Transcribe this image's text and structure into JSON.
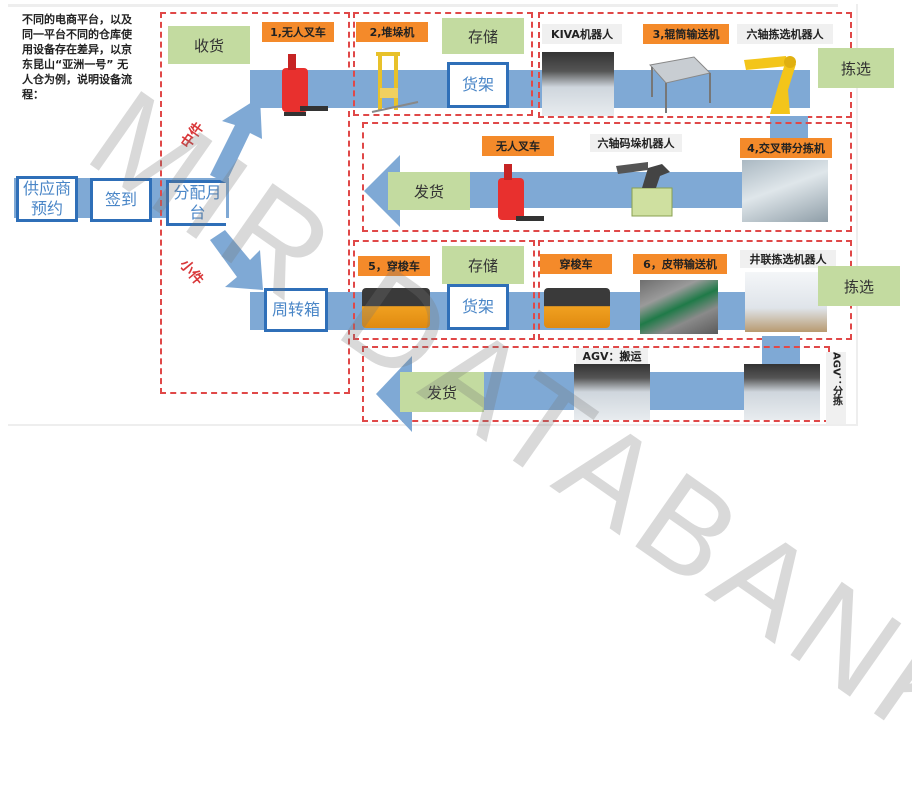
{
  "intro_text": "不同的电商平台，以及同一平台不同的仓库使用设备存在差异，以京东昆山“亚洲一号” 无人仓为例，说明设备流程：",
  "watermark": "MIR DATABANK",
  "left_flow": {
    "supplier": "供应商预约",
    "checkin": "签到",
    "dock": "分配月台",
    "tote": "周转箱",
    "medium_label": "中件",
    "small_label": "小件"
  },
  "medium": {
    "receive": "收货",
    "forklift1": "1,无人叉车",
    "stacker": "2,堆垛机",
    "storage": "存储",
    "rack": "货架",
    "kiva": "KIVA机器人",
    "roller": "3,辊筒输送机",
    "six_axis_pick": "六轴拣选机器人",
    "pick": "拣选",
    "forklift2": "无人叉车",
    "six_axis_stack": "六轴码垛机器人",
    "cross_belt": "4,交叉带分拣机",
    "ship": "发货"
  },
  "small": {
    "shuttle5": "5，穿梭车",
    "storage": "存储",
    "rack": "货架",
    "shuttle": "穿梭车",
    "belt": "6，皮带输送机",
    "parallel": "井联拣选机器人",
    "pick": "拣选",
    "agv_move": "AGV：搬运",
    "agv_sort": "AGV：分拣",
    "ship": "发货"
  }
}
